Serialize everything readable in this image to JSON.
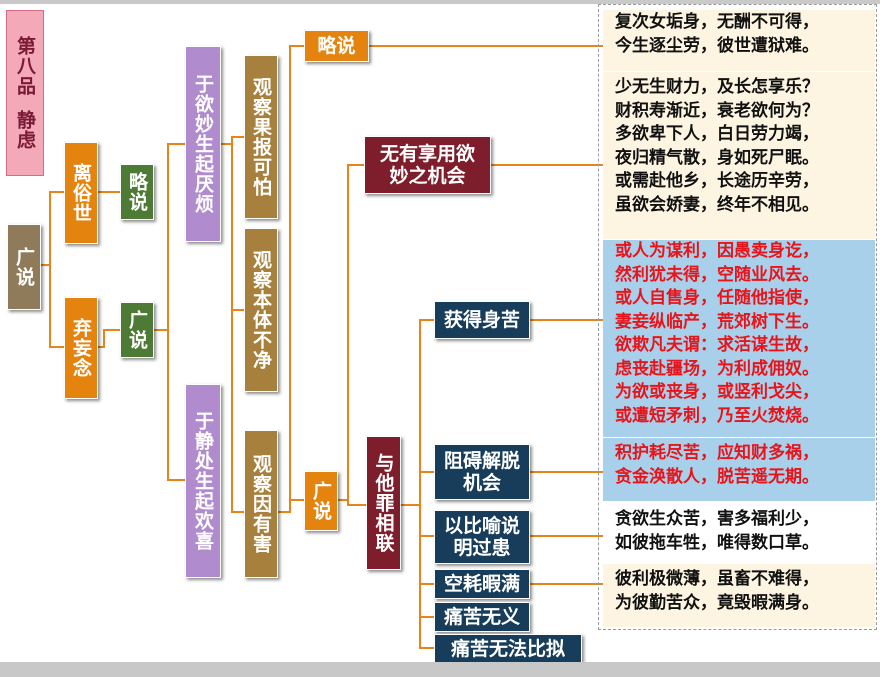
{
  "title": {
    "line1": "第八品",
    "line2": "静虑"
  },
  "colors": {
    "connector": "#e8841a",
    "accent_blue_bg": "#a8d0eb",
    "accent_red_text": "#e8141a"
  },
  "nodes": {
    "guang_shuo_root": "广说",
    "li_su_shi": "离俗世",
    "qi_wang_nian": "弃妄念",
    "lue_shuo_1": "略说",
    "guang_shuo_2": "广说",
    "yu_yu_miao": "于欲妙生起厌烦",
    "yu_jing_chu": "于静处生起欢喜",
    "guan_guo_bao": "观察果报可怕",
    "guan_ben_ti": "观察本体不净",
    "guan_yin_you": "观察因有害",
    "lue_shuo_3": "略说",
    "guang_shuo_3": "广说",
    "wu_you_xiang": "无有享用欲妙之机会",
    "yu_ta_zui": "与他罪相联",
    "huo_de_shen_ku": "获得身苦",
    "zu_ai_jie_tuo": "阻碍解脱机会",
    "yi_bi_yu": "以比喻说明过患",
    "kong_hao": "空耗暇满",
    "tong_ku_wu_yi": "痛苦无义",
    "tong_ku_wu_fa": "痛苦无法比拟"
  },
  "verses": [
    {
      "lines": [
        "复次女垢身，无酬不可得，",
        "今生逐尘劳，彼世遭狱难。"
      ]
    },
    {
      "lines": [
        "少无生财力，及长怎享乐？",
        "财积寿渐近，衰老欲何为？",
        "多欲卑下人，白日劳力竭，",
        "夜归精气散，身如死尸眠。",
        "或需赴他乡，长途历辛劳，",
        "虽欲会娇妻，终年不相见。"
      ]
    },
    {
      "lines": [
        "或人为谋利，因愚卖身讫，",
        "然利犹未得，空随业风去。",
        "或人自售身，任随他指使，",
        "妻妾纵临产，荒郊树下生。",
        "欲欺凡夫谓：求活谋生故，",
        "虑丧赴疆场，为利成佣奴。",
        "为欲或丧身，或竖利戈尖，",
        "或遭短矛刺，乃至火焚烧。"
      ]
    },
    {
      "lines": [
        "积护耗尽苦，应知财多祸，",
        "贪金涣散人，脱苦遥无期。"
      ]
    },
    {
      "lines": [
        "贪欲生众苦，害多福利少，",
        "如彼拖车牲，唯得数口草。"
      ]
    },
    {
      "lines": [
        "彼利极微薄，虽畜不难得，",
        "为彼勤苦众，竟毁暇满身。"
      ]
    }
  ]
}
